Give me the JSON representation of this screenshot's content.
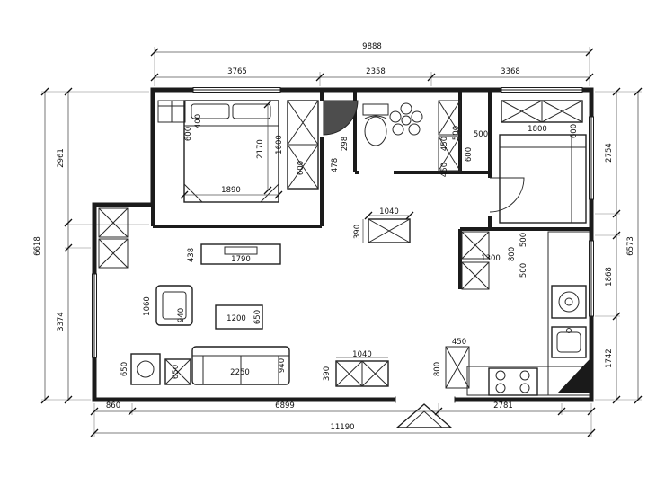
{
  "dims": {
    "top_total": "9888",
    "top_seg1": "3765",
    "top_seg2": "2358",
    "top_seg3": "3368",
    "left_total": "6618",
    "left_seg1": "2961",
    "left_seg2": "3374",
    "right_total": "6573",
    "right_seg1": "2754",
    "right_seg2": "1868",
    "right_seg3": "1742",
    "bottom_total": "11190",
    "bottom_seg1": "860",
    "bottom_seg2": "6899",
    "bottom_seg3": "2781"
  },
  "interior": {
    "bedroom1": {
      "dresser_w": "600",
      "dresser_d": "400",
      "bed_len": "2170",
      "bed_wid": "1890",
      "wardrobe_len": "1600",
      "wardrobe_dep": "600"
    },
    "hall": {
      "door_a": "478",
      "door_b": "298"
    },
    "bath": {
      "a": "450",
      "b": "500",
      "c": "500",
      "d": "600",
      "e": "450"
    },
    "bedroom2": {
      "wardrobe_len": "1800",
      "wardrobe_dep": "600"
    },
    "dining": {
      "table_len": "1040",
      "table_dep": "390"
    },
    "kitchen": {
      "counter_len": "1300",
      "counter_dep": "800",
      "a": "500",
      "b": "500",
      "lower_dep": "800",
      "lower_wid": "450"
    },
    "living": {
      "console_dep": "438",
      "console_len": "1790",
      "chair_len": "1060",
      "chair_dep": "940",
      "ctable_len": "1200",
      "ctable_dep": "650",
      "side_a": "650",
      "side_b": "650",
      "sofa_len": "2250",
      "sofa_dep": "940",
      "cab_len": "1040",
      "cab_dep": "390"
    }
  }
}
